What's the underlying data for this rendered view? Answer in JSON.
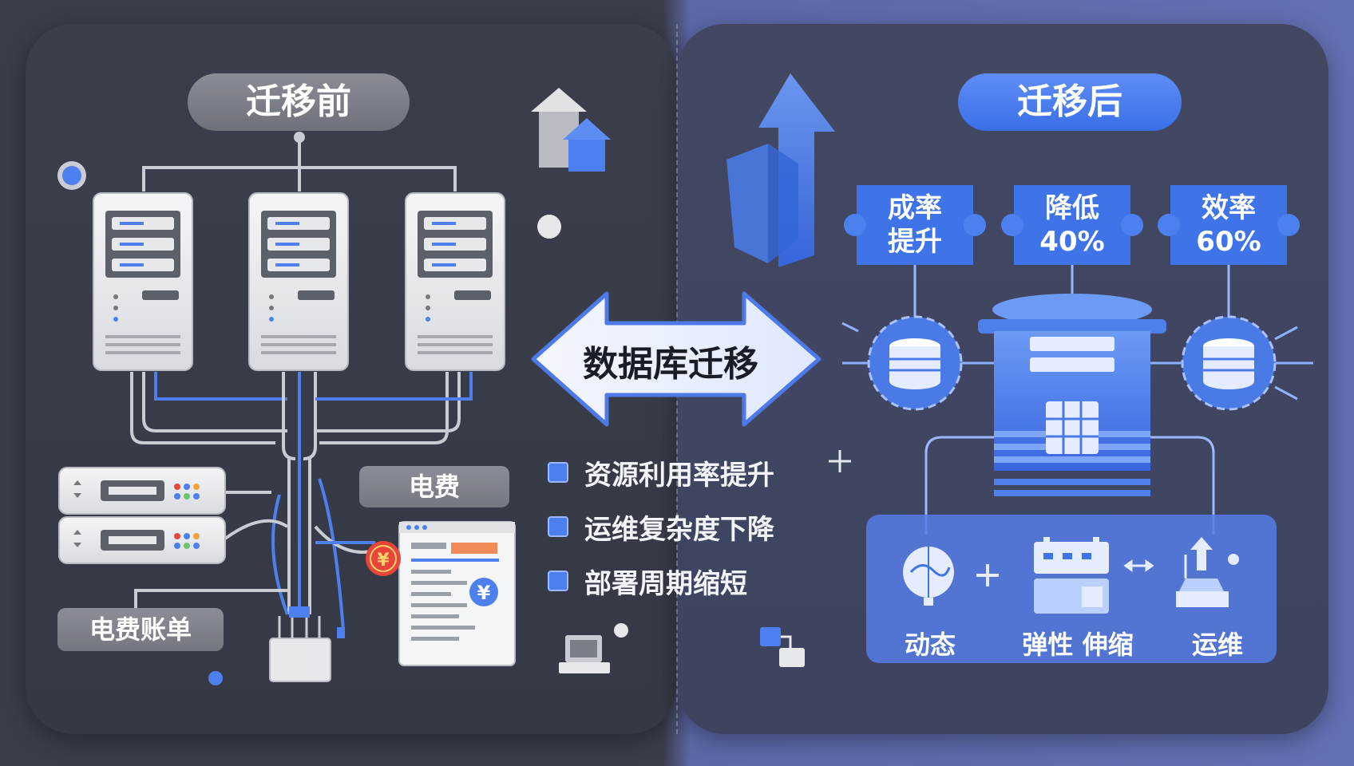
{
  "before": {
    "title": "迁移前",
    "power_label": "电费",
    "bill_label": "电费账单",
    "currency_symbol": "¥"
  },
  "after": {
    "title": "迁移后",
    "kpis": [
      {
        "line1": "成率",
        "line2": "提升"
      },
      {
        "line1": "降低",
        "line2": "40%"
      },
      {
        "line1": "效率",
        "line2": "60%"
      }
    ],
    "features": [
      "动态",
      "弹性 伸缩",
      "运维"
    ]
  },
  "center": {
    "arrow_label": "数据库迁移",
    "benefits": [
      "资源利用率提升",
      "运维复杂度下降",
      "部署周期缩短"
    ]
  },
  "colors": {
    "accent": "#3f73e8",
    "dark_bg": "#3a3e4a",
    "right_bg": "#5d68a8",
    "coin": "#e8463a"
  }
}
